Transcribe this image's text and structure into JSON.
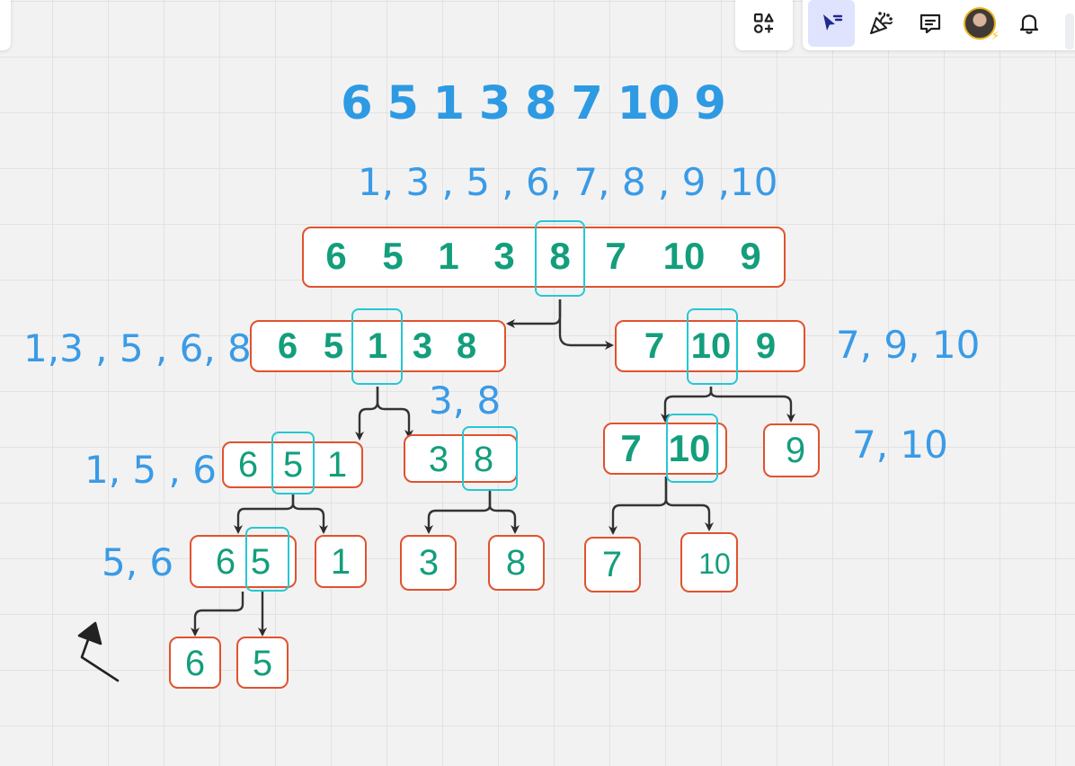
{
  "toolbar": {
    "shapes_icon": "shapes-plus-icon",
    "select_icon": "cursor-icon",
    "celebrate_icon": "party-popper-icon",
    "comment_icon": "comment-icon",
    "bell_icon": "bell-icon",
    "accent": "#dfe3fd"
  },
  "board": {
    "title": "6 5 1 3 8 7 10 9",
    "sorted_label": "1, 3 , 5 , 6, 7, 8 , 9 ,10",
    "level1_left_label": "1,3 , 5 , 6, 8",
    "level1_right_label": "7, 9, 10",
    "level2_mid_label": "3, 8",
    "level2_left_label": "1, 5 , 6",
    "level2_right_label": "7, 10",
    "level3_left_label": "5, 6",
    "root": [
      "6",
      "5",
      "1",
      "3",
      "8",
      "7",
      "10",
      "9"
    ],
    "l1_left": [
      "6",
      "5",
      "1",
      "3",
      "8"
    ],
    "l1_right": [
      "7",
      "10",
      "9"
    ],
    "l2_a": [
      "6",
      "5",
      "1"
    ],
    "l2_b": [
      "3",
      "8"
    ],
    "l2_c": [
      "7",
      "10"
    ],
    "l2_d": "9",
    "l3_a": [
      "6",
      "5"
    ],
    "l3_b": "1",
    "l3_c": "3",
    "l3_d": "8",
    "l3_e": "7",
    "l3_f": "10",
    "l4_a": "6",
    "l4_b": "5",
    "colors": {
      "heading": "#2d9ae3",
      "label": "#3a9be6",
      "number": "#139e7c",
      "box_border": "#e1522e",
      "pivot_border": "#26c7d3"
    }
  }
}
